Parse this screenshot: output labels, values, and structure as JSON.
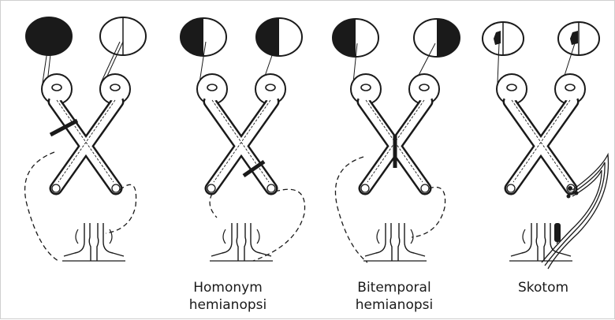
{
  "figure": {
    "panels": [
      {
        "id": "panel-1",
        "caption_line1": "",
        "caption_line2": ""
      },
      {
        "id": "panel-2",
        "caption_line1": "Homonym",
        "caption_line2": "hemianopsi"
      },
      {
        "id": "panel-3",
        "caption_line1": "Bitemporal",
        "caption_line2": "hemianopsi"
      },
      {
        "id": "panel-4",
        "caption_line1": "Skotom",
        "caption_line2": ""
      }
    ],
    "colors": {
      "ink": "#1a1a1a",
      "paper": "#ffffff"
    }
  }
}
